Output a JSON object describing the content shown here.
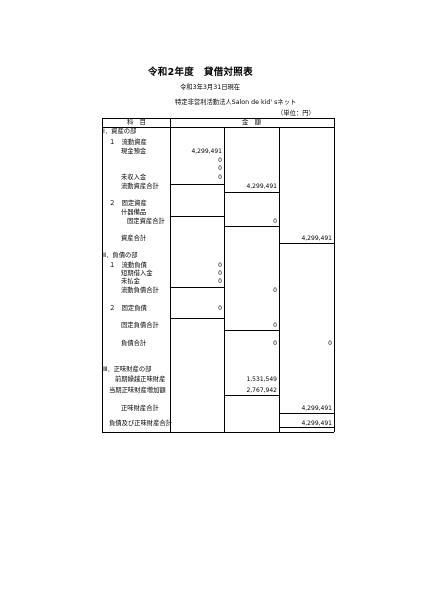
{
  "header": {
    "title": "令和2年度　貸借対照表",
    "date": "令和3年3月31日現在",
    "org": "特定非営利活動法人Salon de kid' sネット",
    "unit": "（単位：円）"
  },
  "columns": {
    "item": "科　目",
    "amount": "金　額"
  },
  "sections": {
    "assets": "Ⅰ．資産の部",
    "liabilities": "Ⅱ．負債の部",
    "net_assets": "Ⅲ．正味財産の部"
  },
  "assets": {
    "current_heading": "１　流動資産",
    "cash_label": "現金預金",
    "cash_value": "4,299,491",
    "zero1": "0",
    "zero2": "0",
    "zero3": "0",
    "receivable_label": "未収入金",
    "current_total_label": "流動資産合計",
    "current_total_value": "4,299,491",
    "fixed_heading": "２　固定資産",
    "fixture_label": "什器備品",
    "fixed_total_label": "固定資産合計",
    "fixed_total_value": "0",
    "total_label": "資産合計",
    "total_value": "4,299,491"
  },
  "liabilities": {
    "current_heading": "１　流動負債",
    "short_loan_label": "短期借入金",
    "payable_label": "未払金",
    "zero1": "0",
    "zero2": "0",
    "zero3": "0",
    "current_total_label": "流動負債合計",
    "current_total_value": "0",
    "fixed_heading": "２　固定負債",
    "fixed_value": "0",
    "fixed_total_label": "固定負債合計",
    "fixed_total_value": "0",
    "total_label": "負債合計",
    "total_value_col3": "0",
    "total_value_col4": "0"
  },
  "net_assets": {
    "prior_label": "前期繰越正味財産",
    "prior_value": "1,531,549",
    "increase_label": "当期正味財産増加額",
    "increase_value": "2,767,942",
    "total_label": "正味財産合計",
    "total_value": "4,299,491",
    "grand_label": "負債及び正味財産合計",
    "grand_value": "4,299,491"
  }
}
